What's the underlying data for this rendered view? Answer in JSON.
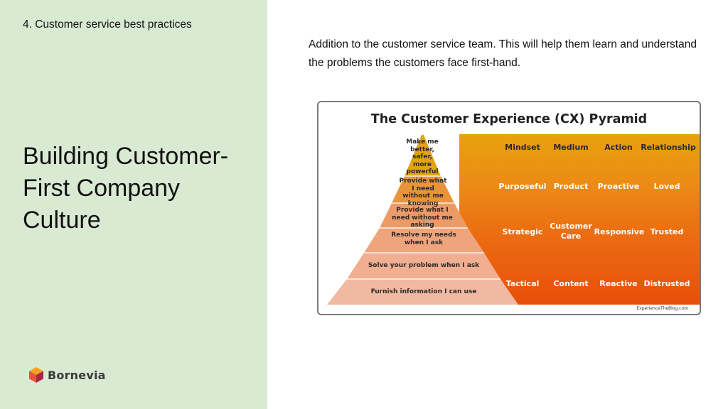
{
  "section_label": "4. Customer service best practices",
  "title": "Building Customer-First Company Culture",
  "body": "Addition to the customer service team. This will help them learn and understand the problems the customers face first-hand.",
  "logo": {
    "text": "Bornevia",
    "icon": "cube-logo-icon"
  },
  "pyramid": {
    "title": "The Customer Experience (CX) Pyramid",
    "levels": [
      "Make me better, safer, more powerful",
      "Provide what I need without me knowing",
      "Provide what I need without me asking",
      "Resolve my needs when I ask",
      "Solve your problem when I ask",
      "Furnish information I can use"
    ],
    "headers": [
      "Mindset",
      "Medium",
      "Action",
      "Relationship"
    ],
    "rows": [
      [
        "Purposeful",
        "Product",
        "Proactive",
        "Loved"
      ],
      [
        "Strategic",
        "Customer Care",
        "Responsive",
        "Trusted"
      ],
      [
        "Tactical",
        "Content",
        "Reactive",
        "Distrusted"
      ]
    ],
    "credit": "ExperienceTheBlog.com",
    "colors": {
      "gradient_top": "#e9a10c",
      "gradient_bottom": "#e84f0a",
      "pyramid_top": "#e3a40e",
      "pyramid_bottom": "#f2b9a2"
    }
  }
}
